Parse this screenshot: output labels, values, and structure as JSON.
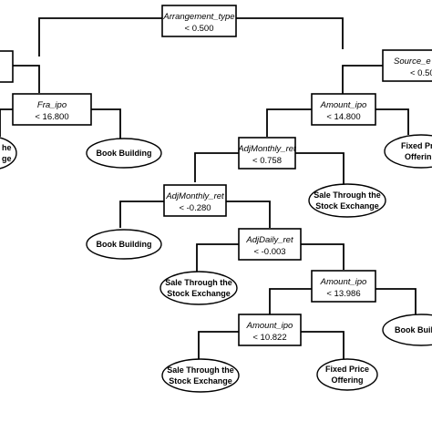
{
  "decision_tree": {
    "nodes": {
      "root": {
        "variable": "Arrangement_type",
        "condition": "< 0.500"
      },
      "left_top": {
        "variable": "",
        "condition": ""
      },
      "fra_ipo": {
        "variable": "Fra_ipo",
        "condition": "< 16.800"
      },
      "source": {
        "variable": "Source_e",
        "condition": "< 0.50"
      },
      "amount_ipo_1": {
        "variable": "Amount_ipo",
        "condition": "< 14.800"
      },
      "adjmonthly_1": {
        "variable": "AdjMonthly_ret",
        "condition": "< 0.758"
      },
      "adjmonthly_2": {
        "variable": "AdjMonthly_ret",
        "condition": "< -0.280"
      },
      "adjdaily": {
        "variable": "AdjDaily_ret",
        "condition": "< -0.003"
      },
      "amount_ipo_2": {
        "variable": "Amount_ipo",
        "condition": "< 13.986"
      },
      "amount_ipo_3": {
        "variable": "Amount_ipo",
        "condition": "< 10.822"
      }
    },
    "leaves": {
      "left_cut": {
        "line1": "he",
        "line2": "ge"
      },
      "book_building_1": {
        "line1": "Book Building",
        "line2": ""
      },
      "fixed_price_cut": {
        "line1": "Fixed Pr",
        "line2": "Offerin"
      },
      "sale_stock_1": {
        "line1": "Sale Through the",
        "line2": "Stock Exchange"
      },
      "book_building_2": {
        "line1": "Book Building",
        "line2": ""
      },
      "sale_stock_2": {
        "line1": "Sale Through the",
        "line2": "Stock Exchange"
      },
      "book_building_3": {
        "line1": "Book Buildin",
        "line2": ""
      },
      "sale_stock_3": {
        "line1": "Sale Through the",
        "line2": "Stock Exchange"
      },
      "fixed_price_1": {
        "line1": "Fixed Price",
        "line2": "Offering"
      }
    }
  }
}
